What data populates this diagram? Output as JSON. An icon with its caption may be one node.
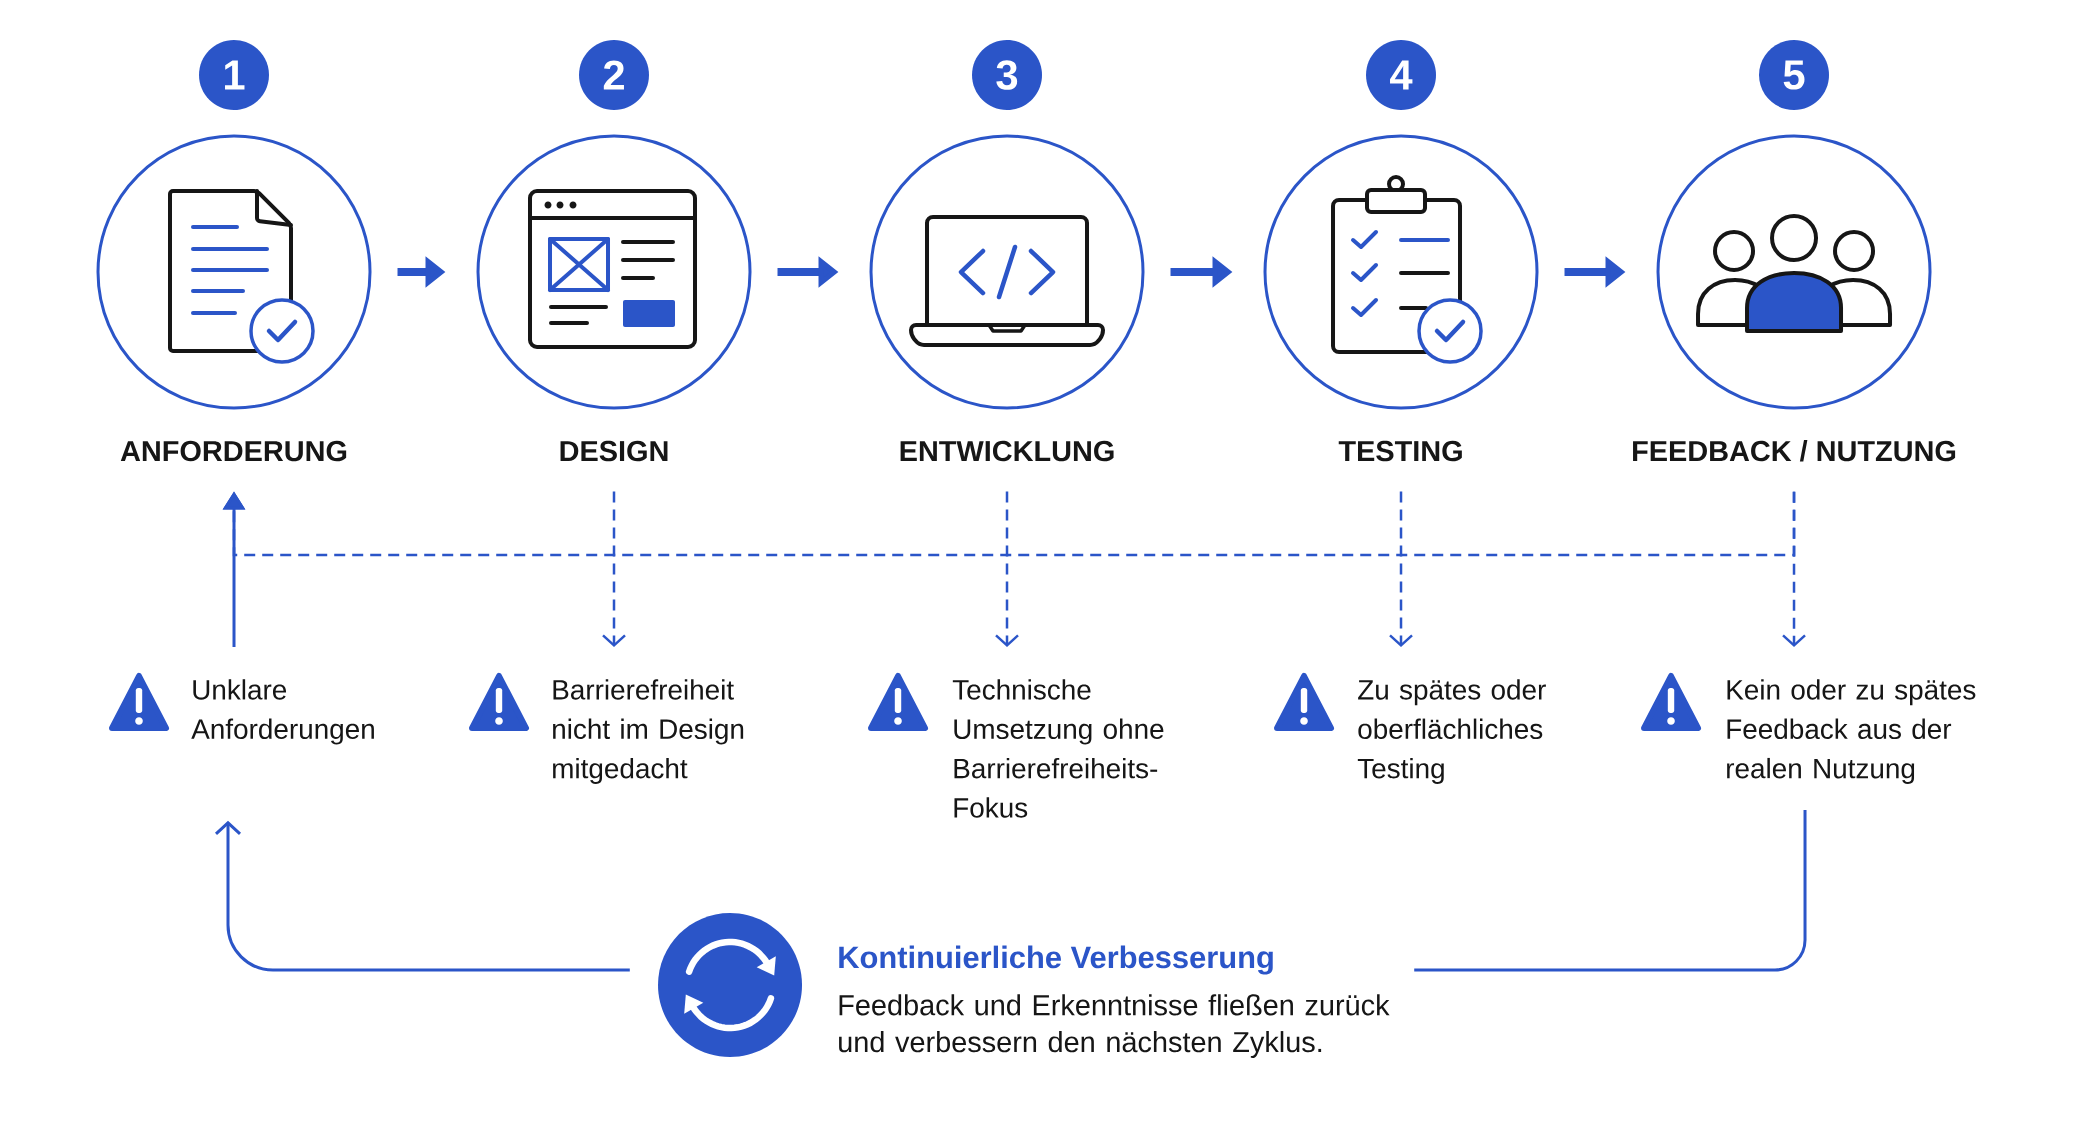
{
  "diagram": {
    "nodes": [
      {
        "text": [
          "1"
        ]
      },
      {
        "text": [
          "2"
        ]
      },
      {
        "text": [
          "3"
        ]
      },
      {
        "text": [
          "4"
        ]
      },
      {
        "text": [
          "5"
        ]
      },
      {
        "text": [
          "ANFORDERUNG"
        ]
      },
      {
        "text": [
          "DESIGN"
        ]
      },
      {
        "text": [
          "ENTWICKLUNG"
        ]
      },
      {
        "text": [
          "TESTING"
        ]
      },
      {
        "text": [
          "FEEDBACK / NUTZUNG"
        ]
      },
      {
        "text": [
          "Unklare Anforderungen"
        ]
      },
      {
        "text": [
          "Barrierefreiheit nicht im Design mitgedacht"
        ]
      },
      {
        "text": [
          "Technische Umsetzung ohne Barrierefreiheits-Fokus"
        ]
      },
      {
        "text": [
          "Zu spätes oder oberflächliches Testing"
        ]
      },
      {
        "text": [
          "Kein oder zu spätes Feedback aus der realen Nutzung"
        ]
      },
      {
        "text": [
          "Kontinuierliche Verbesserung",
          "Feedback und Erkenntnisse fließen zurück und verbessern den nächsten Zyklus."
        ]
      }
    ],
    "edges": [
      {
        "from": 5,
        "to": 6,
        "arrow": "to",
        "style": "thick"
      },
      {
        "from": 6,
        "to": 7,
        "arrow": "to",
        "style": "thick"
      },
      {
        "from": 7,
        "to": 8,
        "arrow": "to",
        "style": "thick"
      },
      {
        "from": 8,
        "to": 9,
        "arrow": "to",
        "style": "thick"
      },
      {
        "from": 6,
        "to": 11,
        "arrow": "to",
        "style": "dashed"
      },
      {
        "from": 7,
        "to": 12,
        "arrow": "to",
        "style": "dashed"
      },
      {
        "from": 8,
        "to": 13,
        "arrow": "to",
        "style": "dashed"
      },
      {
        "from": 9,
        "to": 14,
        "arrow": "to",
        "style": "dashed"
      },
      {
        "from": 9,
        "to": 5,
        "arrow": "to",
        "style": "dashed"
      },
      {
        "from": 10,
        "to": 5,
        "arrow": "to"
      },
      {
        "from": 14,
        "to": 15,
        "arrow": "none"
      },
      {
        "from": 15,
        "to": 10,
        "arrow": "to"
      }
    ]
  }
}
